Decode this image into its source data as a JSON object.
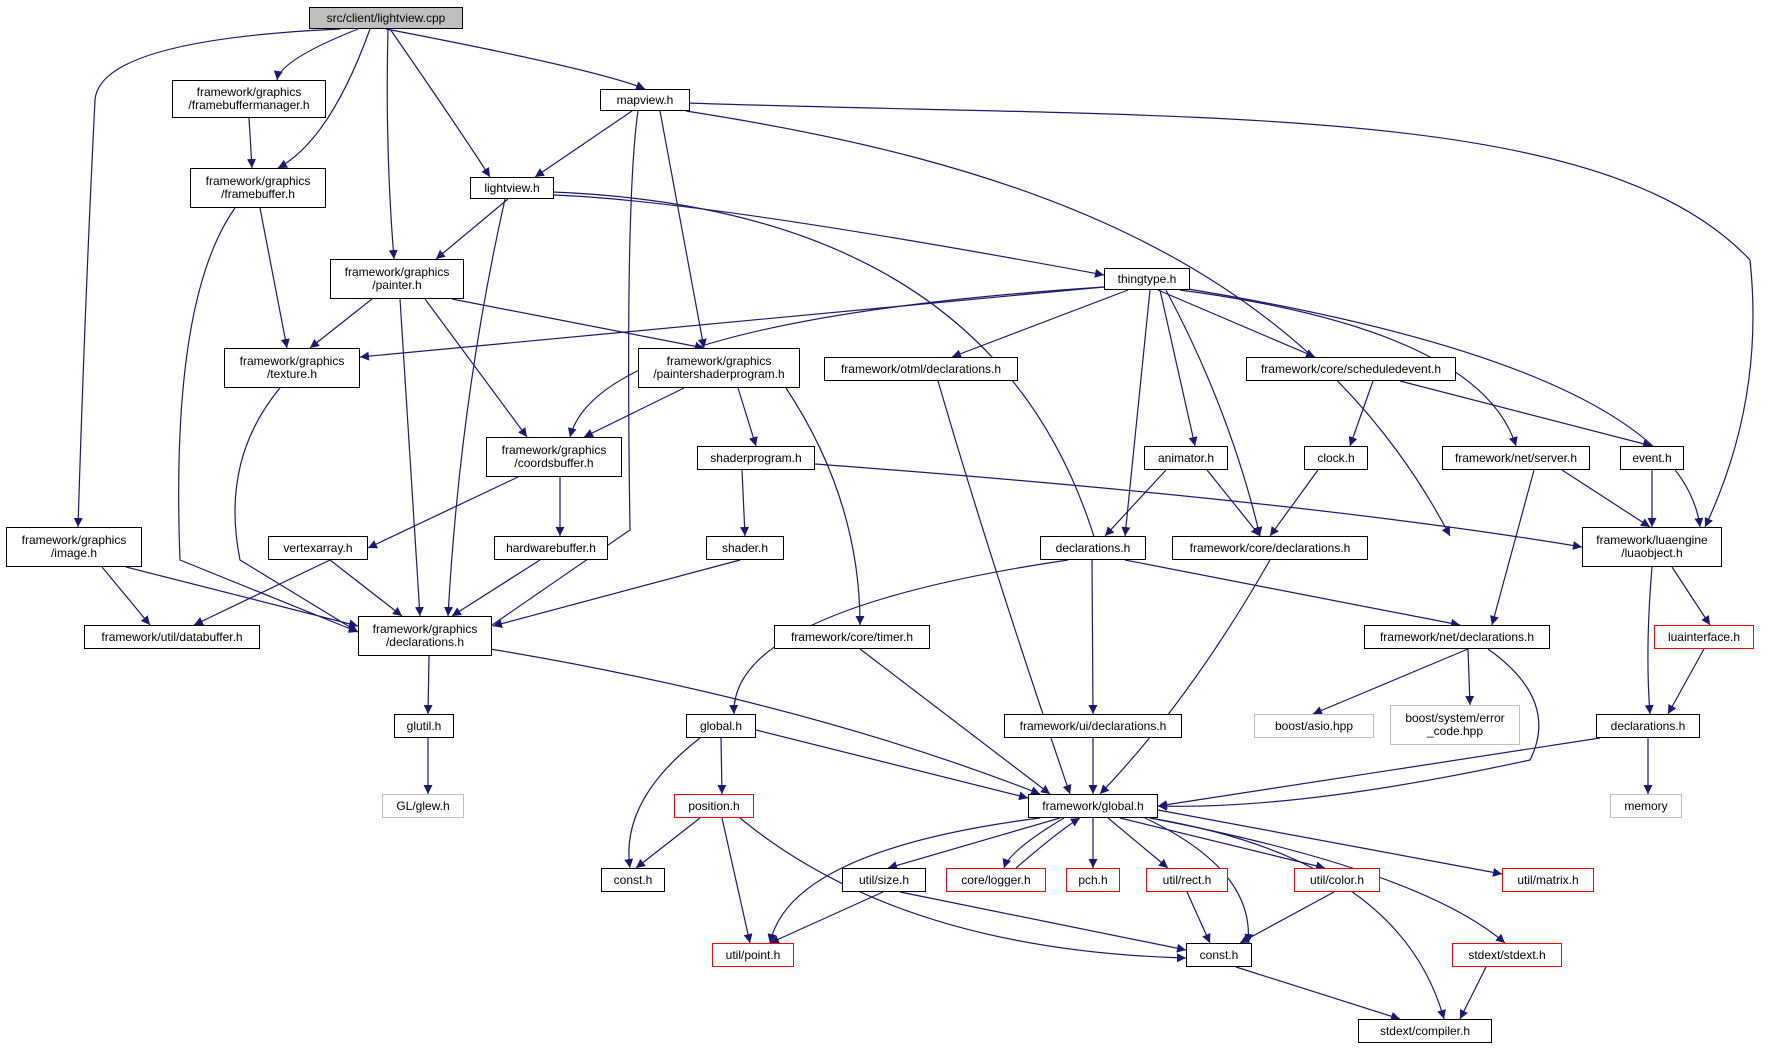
{
  "colors": {
    "edge": "#191970",
    "root_fill": "#bfbfbf",
    "incomplete_border": "#ff0000",
    "external_border": "#bfbfbf"
  },
  "nodes": {
    "lightview_cpp": "src/client/lightview.cpp",
    "framebuffermanager_h": "framework/graphics\n/framebuffermanager.h",
    "mapview_h": "mapview.h",
    "framebuffer_h": "framework/graphics\n/framebuffer.h",
    "lightview_h": "lightview.h",
    "painter_h": "framework/graphics\n/painter.h",
    "thingtype_h": "thingtype.h",
    "texture_h": "framework/graphics\n/texture.h",
    "paintershaderprogram_h": "framework/graphics\n/paintershaderprogram.h",
    "otml_declarations_h": "framework/otml/declarations.h",
    "scheduledevent_h": "framework/core/scheduledevent.h",
    "coordsbuffer_h": "framework/graphics\n/coordsbuffer.h",
    "shaderprogram_h": "shaderprogram.h",
    "animator_h": "animator.h",
    "clock_h": "clock.h",
    "server_h": "framework/net/server.h",
    "event_h": "event.h",
    "image_h": "framework/graphics\n/image.h",
    "vertexarray_h": "vertexarray.h",
    "hardwarebuffer_h": "hardwarebuffer.h",
    "shader_h": "shader.h",
    "declarations_h": "declarations.h",
    "core_declarations_h": "framework/core/declarations.h",
    "luaobject_h": "framework/luaengine\n/luaobject.h",
    "databuffer_h": "framework/util/databuffer.h",
    "graphics_declarations_h": "framework/graphics\n/declarations.h",
    "timer_h": "framework/core/timer.h",
    "net_declarations_h": "framework/net/declarations.h",
    "luainterface_h": "luainterface.h",
    "glutil_h": "glutil.h",
    "global_h": "global.h",
    "ui_declarations_h": "framework/ui/declarations.h",
    "asio_hpp": "boost/asio.hpp",
    "error_code_hpp": "boost/system/error\n_code.hpp",
    "lua_declarations_h": "declarations.h",
    "glew_h": "GL/glew.h",
    "position_h": "position.h",
    "framework_global_h": "framework/global.h",
    "memory": "memory",
    "const_h_left": "const.h",
    "size_h": "util/size.h",
    "logger_h": "core/logger.h",
    "pch_h": "pch.h",
    "rect_h": "util/rect.h",
    "color_h": "util/color.h",
    "matrix_h": "util/matrix.h",
    "point_h": "util/point.h",
    "const_h": "const.h",
    "stdext_h": "stdext/stdext.h",
    "compiler_h": "stdext/compiler.h"
  }
}
